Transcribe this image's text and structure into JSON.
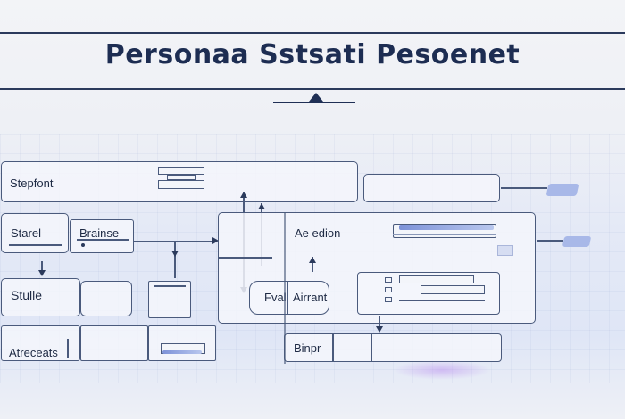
{
  "header": {
    "title": "Personaa Sstsati Pesoenet"
  },
  "nodes": {
    "stepfont": "Stepfont",
    "starel": "Starel",
    "brainse": "Brainse",
    "stulle": "Stulle",
    "atreceats": "Atreceats",
    "ae_edon": "Ae edion",
    "fval": "Fval",
    "airrant": "Airrant",
    "binpr": "Binpr"
  },
  "colors": {
    "line": "#4a5a7c",
    "title": "#1d2d52",
    "accent": "#8ea3e2"
  }
}
